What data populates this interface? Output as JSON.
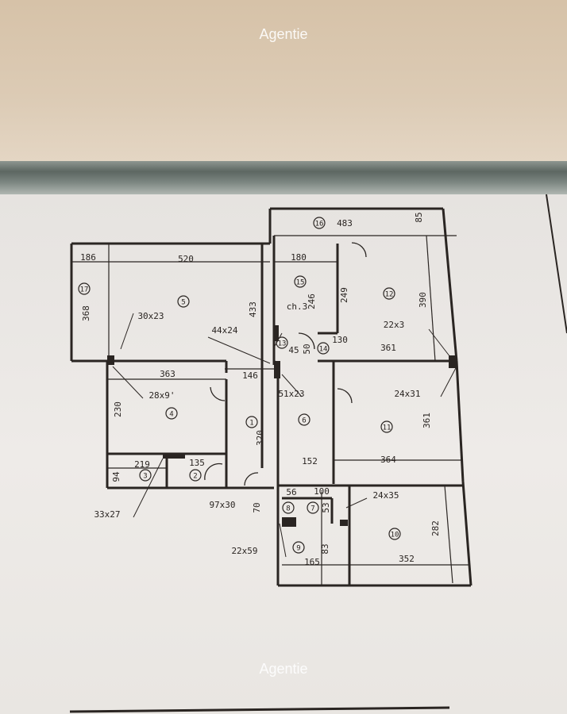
{
  "watermarks": [
    "Agentie",
    "Agentie"
  ],
  "floor_plan": {
    "room_numbers": [
      "1",
      "2",
      "3",
      "4",
      "5",
      "6",
      "7",
      "8",
      "9",
      "10",
      "11",
      "12",
      "13",
      "14",
      "15",
      "16",
      "17"
    ],
    "dimensions": [
      "520",
      "186",
      "368",
      "433",
      "30x23",
      "44x24",
      "363",
      "146",
      "28x9'",
      "230",
      "320",
      "219",
      "135",
      "94",
      "33x27",
      "97x30",
      "51x23",
      "152",
      "24x31",
      "361",
      "364",
      "56",
      "100",
      "53",
      "24x35",
      "70",
      "22x59",
      "165",
      "83",
      "352",
      "282",
      "483",
      "85",
      "180",
      "246",
      "249",
      "390",
      "22x3",
      "361",
      "ch.3",
      "50",
      "45",
      "130"
    ]
  },
  "colors": {
    "ink": "#2a2522",
    "paper": "#ebe8e4",
    "wall": "#d9c6ae",
    "strip": "#5d6762"
  }
}
